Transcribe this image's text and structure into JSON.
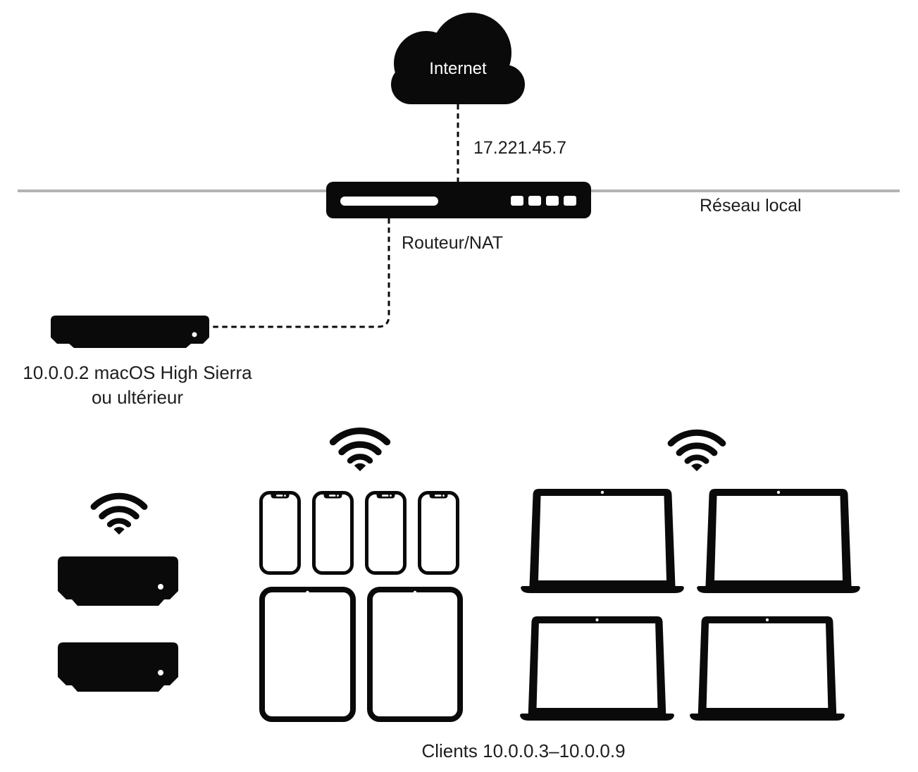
{
  "labels": {
    "internet": "Internet",
    "wan_ip": "17.221.45.7",
    "lan": "Réseau local",
    "router": "Routeur/NAT",
    "server_line1": "10.0.0.2 macOS High Sierra",
    "server_line2": "ou ultérieur",
    "clients": "Clients 10.0.0.3–10.0.0.9"
  },
  "colors": {
    "device": "#0a0a0a",
    "lan_line": "#b3b3b6",
    "text": "#1d1d1f",
    "cloud_text": "#ffffff",
    "background": "#ffffff"
  },
  "topology": {
    "internet": {
      "wan_ip": "17.221.45.7"
    },
    "router": {
      "connection_to_internet": "dashed",
      "connection_to_server": "dashed"
    },
    "server": {
      "type": "mac-mini",
      "ip": "10.0.0.2",
      "os": "macOS High Sierra ou ultérieur"
    },
    "clients": {
      "ip_range": "10.0.0.3–10.0.0.9",
      "groups": [
        {
          "type": "mac-mini",
          "count": 2,
          "connection": "wifi"
        },
        {
          "type": "iphone",
          "count": 4,
          "connection": "wifi"
        },
        {
          "type": "ipad",
          "count": 2,
          "connection": "wifi"
        },
        {
          "type": "macbook",
          "count": 4,
          "connection": "wifi"
        }
      ]
    }
  }
}
